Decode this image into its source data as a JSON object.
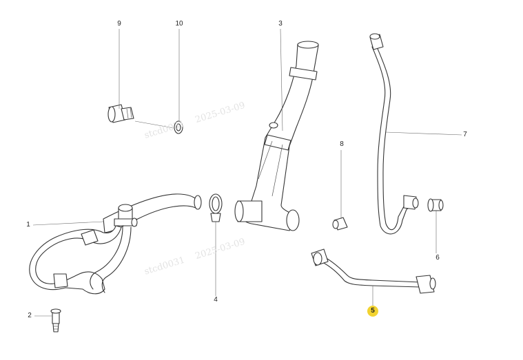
{
  "diagram": {
    "highlight_color": "#f2d330",
    "callouts": [
      {
        "id": "1",
        "label": "1"
      },
      {
        "id": "2",
        "label": "2"
      },
      {
        "id": "3",
        "label": "3"
      },
      {
        "id": "4",
        "label": "4"
      },
      {
        "id": "5",
        "label": "5",
        "highlighted": true
      },
      {
        "id": "6",
        "label": "6"
      },
      {
        "id": "7",
        "label": "7"
      },
      {
        "id": "8",
        "label": "8"
      },
      {
        "id": "9",
        "label": "9"
      },
      {
        "id": "10",
        "label": "10"
      }
    ],
    "watermarks": [
      {
        "code": "stcd0031",
        "date": "2025-03-09"
      },
      {
        "code": "stcd0031",
        "date": "2025-03-09"
      }
    ]
  }
}
